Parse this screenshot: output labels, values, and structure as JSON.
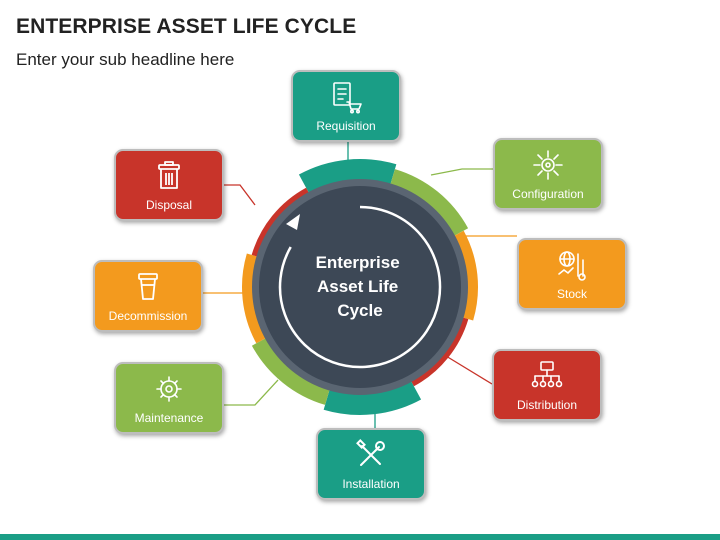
{
  "header": {
    "title": "ENTERPRISE ASSET LIFE CYCLE",
    "subtitle": "Enter your sub headline here"
  },
  "center": {
    "lines": [
      "Enterprise",
      "Asset Life",
      "Cycle"
    ]
  },
  "colors": {
    "teal": "#1a9e86",
    "green": "#8cb94b",
    "orange": "#f39a1e",
    "red": "#c8342a",
    "dark": "#3d4856",
    "ring": "#5a6572",
    "connector": "#9a9a9a"
  },
  "stages": [
    {
      "label": "Requisition",
      "color": "teal",
      "icon": "checklist-cart-icon"
    },
    {
      "label": "Configuration",
      "color": "green",
      "icon": "gear-network-icon"
    },
    {
      "label": "Stock",
      "color": "orange",
      "icon": "globe-chart-icon"
    },
    {
      "label": "Distribution",
      "color": "red",
      "icon": "distribution-network-icon"
    },
    {
      "label": "Installation",
      "color": "teal",
      "icon": "wrench-screwdriver-icon"
    },
    {
      "label": "Maintenance",
      "color": "green",
      "icon": "gear-wrench-icon"
    },
    {
      "label": "Decommission",
      "color": "orange",
      "icon": "cup-icon"
    },
    {
      "label": "Disposal",
      "color": "red",
      "icon": "trash-can-icon"
    }
  ]
}
